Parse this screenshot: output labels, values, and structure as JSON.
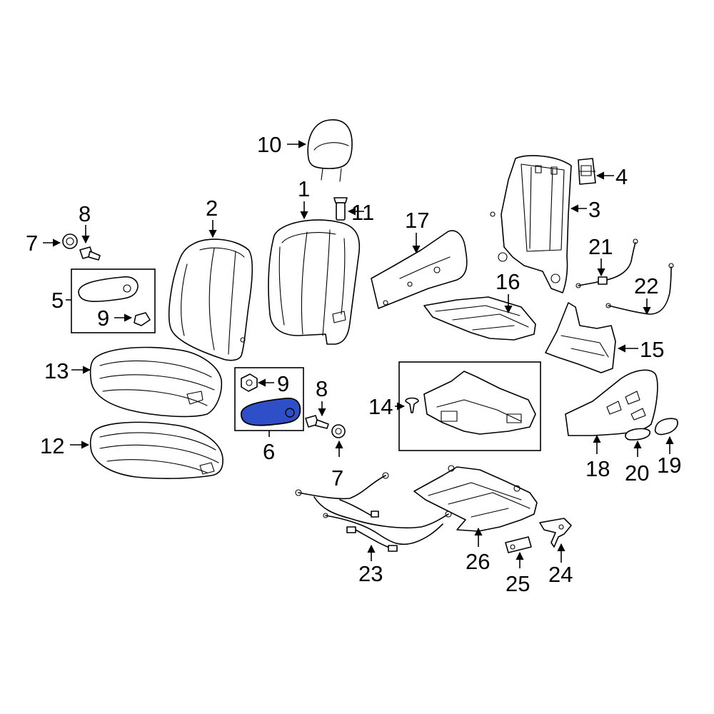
{
  "diagram": {
    "highlight_color": "#2f4fc8",
    "parts": [
      {
        "id": "1",
        "label": "1"
      },
      {
        "id": "2",
        "label": "2"
      },
      {
        "id": "3",
        "label": "3"
      },
      {
        "id": "4",
        "label": "4"
      },
      {
        "id": "5",
        "label": "5"
      },
      {
        "id": "6",
        "label": "6",
        "highlighted": true
      },
      {
        "id": "7a",
        "label": "7"
      },
      {
        "id": "7b",
        "label": "7"
      },
      {
        "id": "8a",
        "label": "8"
      },
      {
        "id": "8b",
        "label": "8"
      },
      {
        "id": "9a",
        "label": "9"
      },
      {
        "id": "9b",
        "label": "9"
      },
      {
        "id": "10",
        "label": "10"
      },
      {
        "id": "11",
        "label": "11"
      },
      {
        "id": "12",
        "label": "12"
      },
      {
        "id": "13",
        "label": "13"
      },
      {
        "id": "14",
        "label": "14"
      },
      {
        "id": "15",
        "label": "15"
      },
      {
        "id": "16",
        "label": "16"
      },
      {
        "id": "17",
        "label": "17"
      },
      {
        "id": "18",
        "label": "18"
      },
      {
        "id": "19",
        "label": "19"
      },
      {
        "id": "20",
        "label": "20"
      },
      {
        "id": "21",
        "label": "21"
      },
      {
        "id": "22",
        "label": "22"
      },
      {
        "id": "23",
        "label": "23"
      },
      {
        "id": "24",
        "label": "24"
      },
      {
        "id": "25",
        "label": "25"
      },
      {
        "id": "26",
        "label": "26"
      }
    ]
  }
}
